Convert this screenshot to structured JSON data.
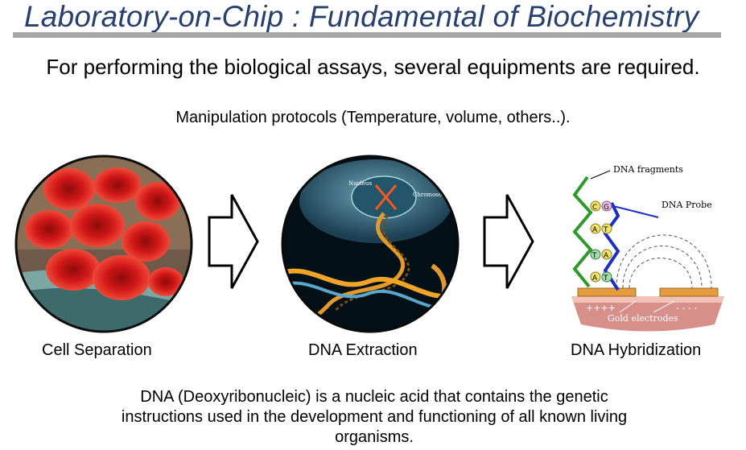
{
  "slide": {
    "title": "Laboratory-on-Chip : Fundamental of Biochemistry",
    "subtitle": "For performing the biological assays, several equipments are required.",
    "protocols": "Manipulation protocols (Temperature, volume, others..).",
    "stages": [
      {
        "caption": "Cell  Separation"
      },
      {
        "caption": "DNA Extraction",
        "labels": {
          "nucleus": "Nucleus",
          "chromosome": "Chromosome"
        }
      },
      {
        "caption": "DNA Hybridization",
        "labels": {
          "fragments": "DNA fragments",
          "probe": "DNA Probe",
          "electrodes": "Gold electrodes",
          "plus": "++++",
          "minus": "- - - -",
          "bases_left": [
            "C",
            "A",
            "T",
            "A"
          ],
          "bases_right": [
            "G",
            "T",
            "A",
            "T"
          ]
        }
      }
    ],
    "footer": "DNA (Deoxyribonucleic) is a nucleic acid that contains the genetic instructions used in the development and functioning of all known living organisms."
  }
}
